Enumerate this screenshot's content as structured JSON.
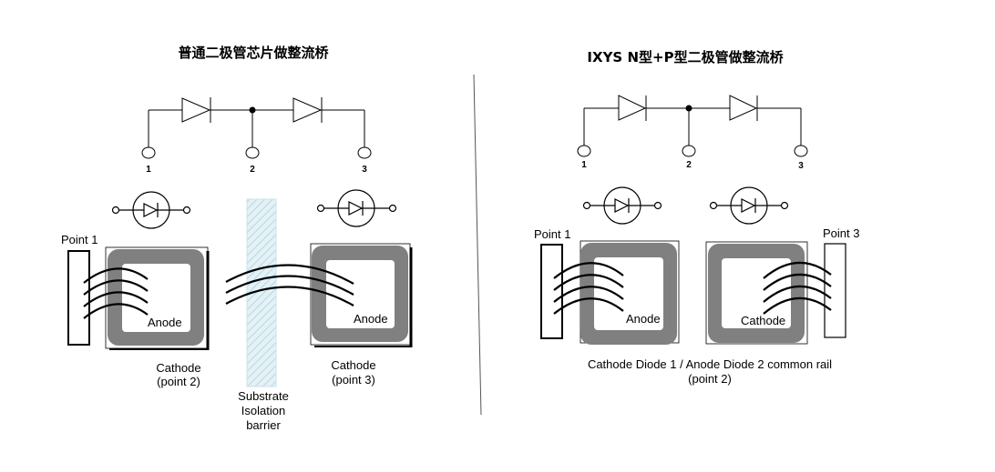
{
  "left": {
    "title": "普通二极管芯片做整流桥",
    "terminals": [
      "1",
      "2",
      "3"
    ],
    "point1": "Point 1",
    "anode_a": "Anode",
    "anode_b": "Anode",
    "cathode_p2": [
      "Cathode",
      "(point 2)"
    ],
    "cathode_p3": [
      "Cathode",
      "(point 3)"
    ],
    "barrier": [
      "Substrate",
      "Isolation",
      "barrier"
    ]
  },
  "right": {
    "title": "IXYS N型+P型二极管做整流桥",
    "terminals": [
      "1",
      "2",
      "3"
    ],
    "point1": "Point 1",
    "point3": "Point 3",
    "anode": "Anode",
    "cathode": "Cathode",
    "rail": [
      "Cathode Diode 1 / Anode Diode 2 common rail",
      "(point 2)"
    ]
  },
  "colors": {
    "line": "#000000",
    "chip_gray": "#808080",
    "barrier_fill": "#e4f1f5",
    "barrier_hatch": "#b6d8e2"
  }
}
